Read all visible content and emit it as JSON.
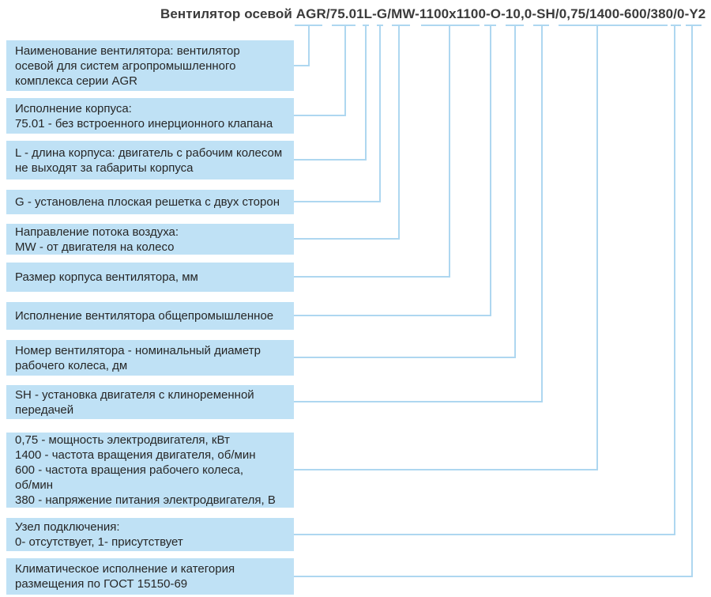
{
  "title": "Вентилятор осевой AGR/75.01L-G/MW-1100x1100-O-10,0-SH/0,75/1400-600/380/0-Y2",
  "colors": {
    "box_fill": "#bfe1f5",
    "connector_line": "#aed7f0",
    "title_text": "#3b3b3b",
    "box_text": "#262626"
  },
  "legend": {
    "items": [
      {
        "code": "AGR",
        "text": "Наименование вентилятора: вентилятор\nосевой для систем агропромышленного\nкомплекса серии AGR"
      },
      {
        "code": "75.01",
        "text": "Исполнение корпуса:\n75.01 - без встроенного инерционного клапана"
      },
      {
        "code": "L",
        "text": "L - длина корпуса: двигатель с рабочим колесом\nне выходят за габариты корпуса"
      },
      {
        "code": "G",
        "text": "G - установлена плоская решетка с двух сторон"
      },
      {
        "code": "MW",
        "text": "Направление потока воздуха:\nMW - от двигателя на колесо"
      },
      {
        "code": "1100x1100",
        "text": "Размер корпуса вентилятора, мм"
      },
      {
        "code": "O",
        "text": "Исполнение вентилятора общепромышленное"
      },
      {
        "code": "10,0",
        "text": "Номер вентилятора - номинальный диаметр\nрабочего колеса, дм"
      },
      {
        "code": "SH",
        "text": "SH - установка двигателя с клиноременной\nпередачей"
      },
      {
        "code": "0,75/1400-600/380",
        "text": "0,75 - мощность электродвигателя, кВт\n1400 - частота вращения двигателя, об/мин\n600 - частота вращения рабочего колеса,\nоб/мин\n380 - напряжение питания электродвигателя, В"
      },
      {
        "code": "0",
        "text": "Узел подключения:\n0- отсутствует, 1- присутствует"
      },
      {
        "code": "Y2",
        "text": "Климатическое исполнение и категория\nразмещения по ГОСТ 15150-69"
      }
    ]
  }
}
